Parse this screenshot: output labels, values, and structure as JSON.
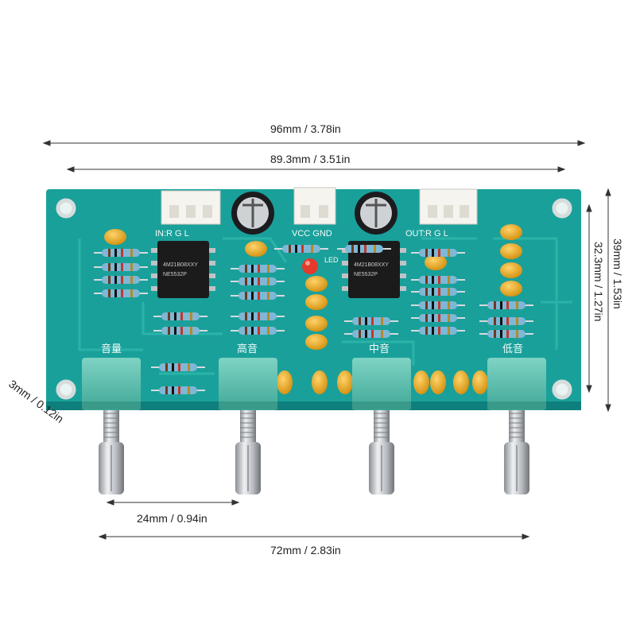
{
  "dimensions": {
    "total_width": "96mm / 3.78in",
    "hole_span": "89.3mm / 3.51in",
    "total_height": "39mm / 1.53in",
    "hole_height": "32.3mm / 1.27in",
    "board_thickness": "3mm / 0.12in",
    "knob_pitch": "24mm / 0.94in",
    "knob_span": "72mm / 2.83in"
  },
  "board": {
    "connector_in": "IN:R G L",
    "connector_power": "VCC GND",
    "connector_out": "OUT:R G L",
    "ic_text_line1": "4M21B08XXY",
    "ic_text_line2": "NE5532P",
    "led_label": "LED",
    "pot_labels": [
      "音量",
      "高音",
      "中音",
      "低音"
    ]
  },
  "colors": {
    "pcb": "#1aa09a",
    "pcb_dark": "#0e7f7c",
    "pot_body": "#5bc1b1",
    "capacitor": "#e8a81c",
    "resistor": "#7fb7d6",
    "metal": "#c9ccd0"
  }
}
